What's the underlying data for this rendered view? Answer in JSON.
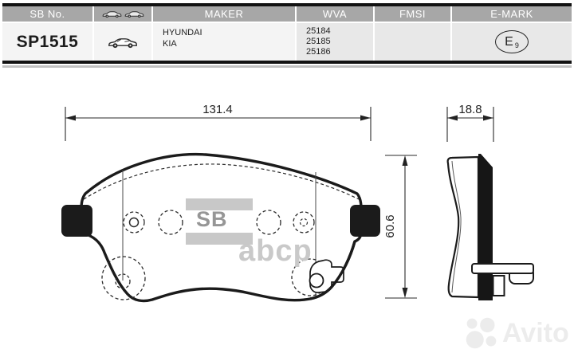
{
  "table": {
    "headers": {
      "sb_no": "SB No.",
      "maker": "MAKER",
      "wva": "WVA",
      "fmsi": "FMSI",
      "e_mark": "E-MARK"
    },
    "row": {
      "sb_no": "SP1515",
      "makers": [
        "HYUNDAI",
        "KIA"
      ],
      "wva_numbers": [
        "25184",
        "25185",
        "25186"
      ],
      "fmsi": "",
      "e_mark_letter": "E",
      "e_mark_number": "9"
    }
  },
  "dimensions": {
    "front_width": "131.4",
    "front_height": "60.6",
    "side_thickness": "18.8"
  },
  "watermarks": {
    "sb": "SB",
    "abcp": "abcp",
    "avito": "Avito"
  },
  "colors": {
    "header_bg": "#a7a7a7",
    "line": "#1b1b1b",
    "watermark_gray": "#c8c8c8"
  }
}
